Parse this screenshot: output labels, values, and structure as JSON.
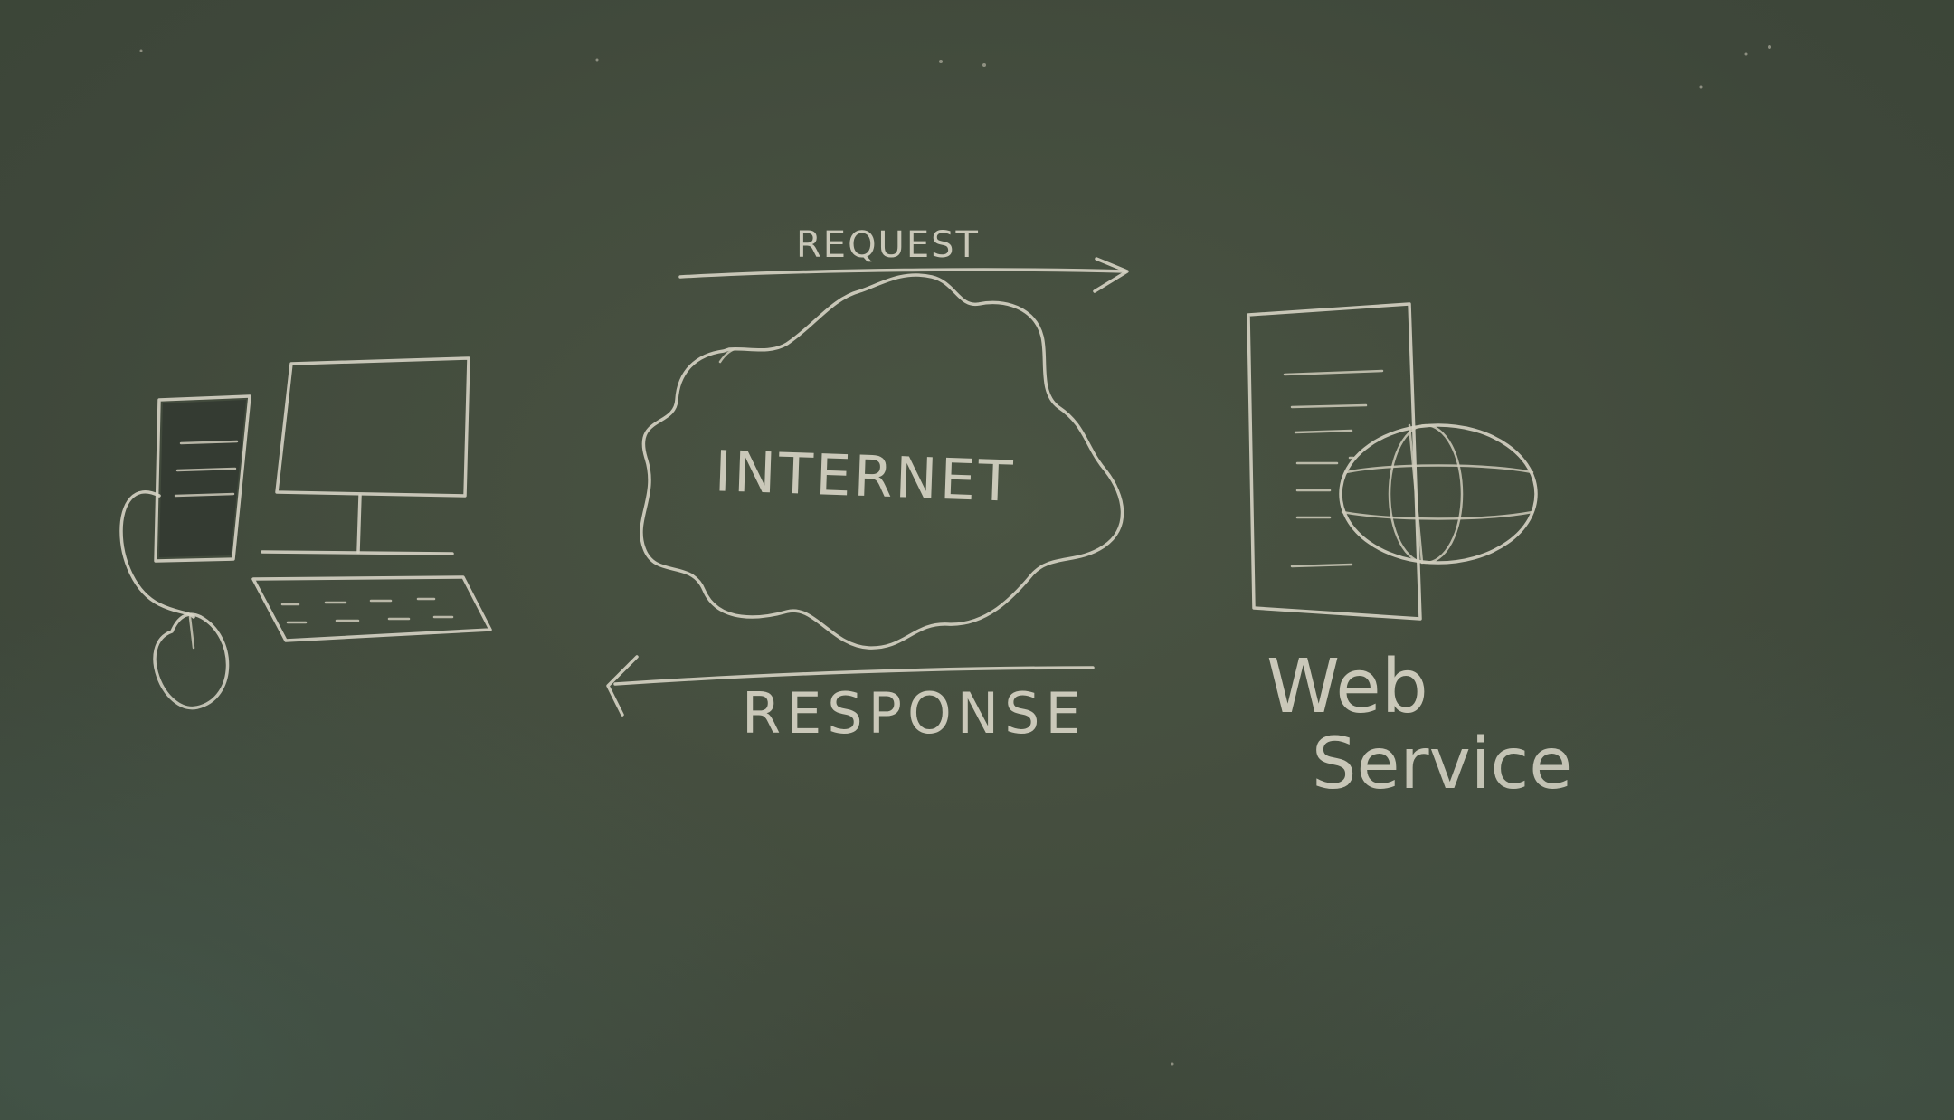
{
  "diagram": {
    "labels": {
      "request": "REQUEST",
      "internet": "INTERNET",
      "response": "RESPONSE",
      "web": "Web",
      "service": "Service"
    },
    "nodes": [
      {
        "id": "client",
        "icon": "desktop-computer-icon"
      },
      {
        "id": "internet",
        "icon": "cloud-icon"
      },
      {
        "id": "server",
        "icon": "web-server-globe-icon"
      }
    ],
    "edges": [
      {
        "from": "client",
        "to": "server",
        "label_ref": "request",
        "direction": "right"
      },
      {
        "from": "server",
        "to": "client",
        "label_ref": "response",
        "direction": "left"
      }
    ]
  },
  "colors": {
    "board": "#444d3e",
    "chalk": "#d6d3c4"
  }
}
